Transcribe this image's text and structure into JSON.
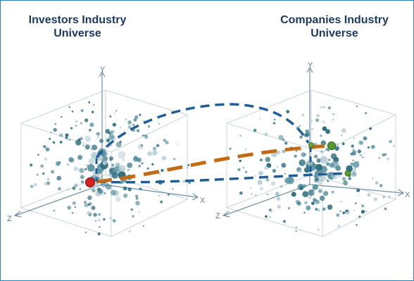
{
  "titles": {
    "left_line1": "Investors Industry",
    "left_line2": "Universe",
    "right_line1": "Companies Industry",
    "right_line2": "Universe"
  },
  "axes": {
    "x": "X",
    "y": "Y",
    "z": "Z"
  },
  "colors": {
    "frame": "#2f7fb6",
    "title": "#1d3a63",
    "cube_edge": "#c9d3da",
    "axis": "#6f8ea3",
    "dot_dark": "#2f6e7e",
    "dot_mid": "#5e97a5",
    "dot_light": "#b9cfd6",
    "blue_link": "#1f5d99",
    "orange_link": "#c46a12",
    "red_node": "#d81e1e",
    "green_node": "#5a9a2e"
  }
}
